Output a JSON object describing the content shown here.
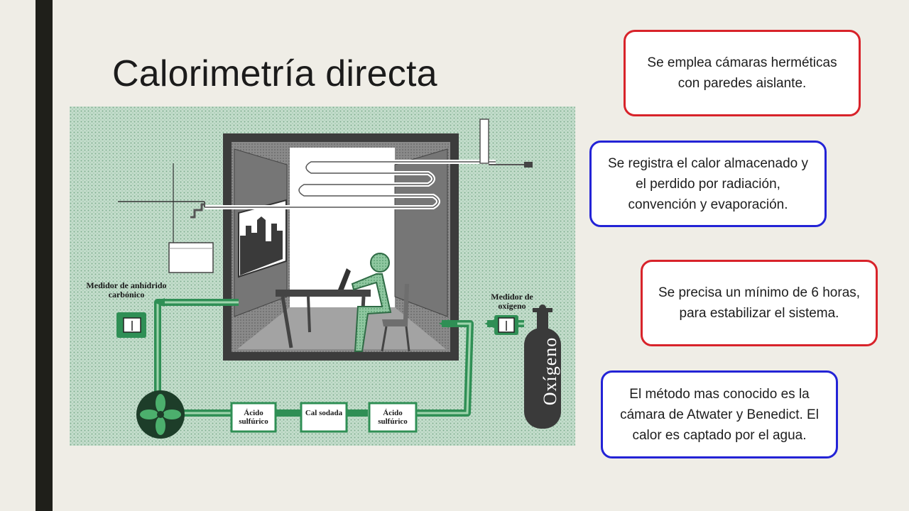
{
  "slide": {
    "title": "Calorimetría directa"
  },
  "diagram": {
    "labels": {
      "co2_meter": "Medidor de anhídrido carbónico",
      "o2_meter": "Medidor de oxígeno",
      "box_sulfuric_1": "Ácido sulfúrico",
      "box_soda_lime": "Cal sodada",
      "box_sulfuric_2": "Ácido sulfúrico",
      "oxygen_tank": "Oxígeno"
    },
    "colors": {
      "background_green": "#b8d6c4",
      "pipe_green": "#2f8f55",
      "wall_gray": "#5c5c5c"
    }
  },
  "notes": [
    {
      "text": "Se emplea cámaras herméticas con paredes aislante.",
      "border_color": "#d8232a"
    },
    {
      "text": "Se registra el calor almacenado y el perdido por radiación, convención y evaporación.",
      "border_color": "#2323d6"
    },
    {
      "text": "Se precisa un mínimo de 6 horas, para estabilizar el sistema.",
      "border_color": "#d8232a"
    },
    {
      "text": "El método mas conocido es la cámara de Atwater y Benedict. El calor es captado por el agua.",
      "border_color": "#2323d6"
    }
  ]
}
